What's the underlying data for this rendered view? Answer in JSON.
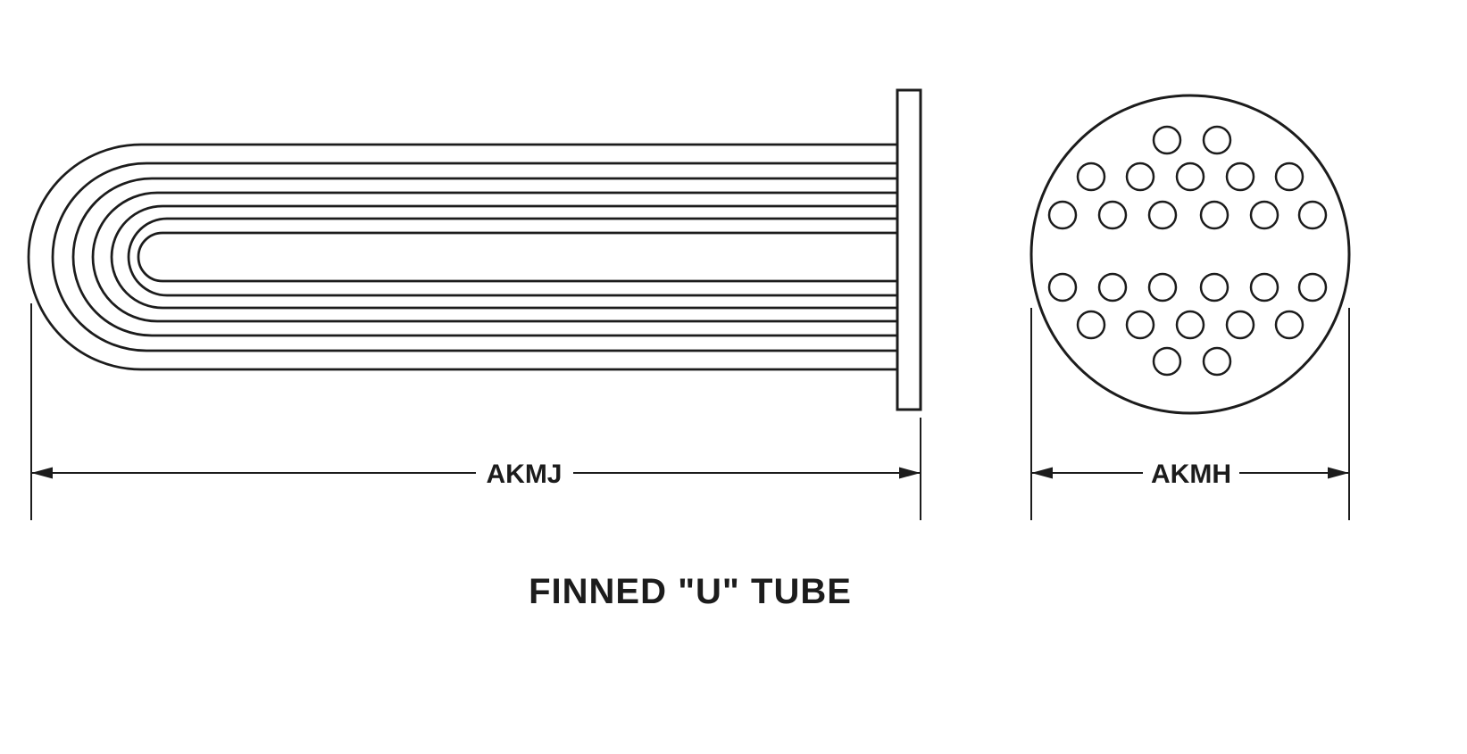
{
  "page": {
    "background_color": "#ffffff",
    "line_color": "#1c1c1c"
  },
  "title": {
    "text": "FINNED \"U\" TUBE"
  },
  "dimensions": {
    "length": {
      "label": "AKMJ"
    },
    "diameter": {
      "label": "AKMH"
    }
  },
  "views": {
    "side_view": {
      "u_bend_count": 7
    },
    "end_view": {
      "tube_hole_count": 26
    }
  }
}
